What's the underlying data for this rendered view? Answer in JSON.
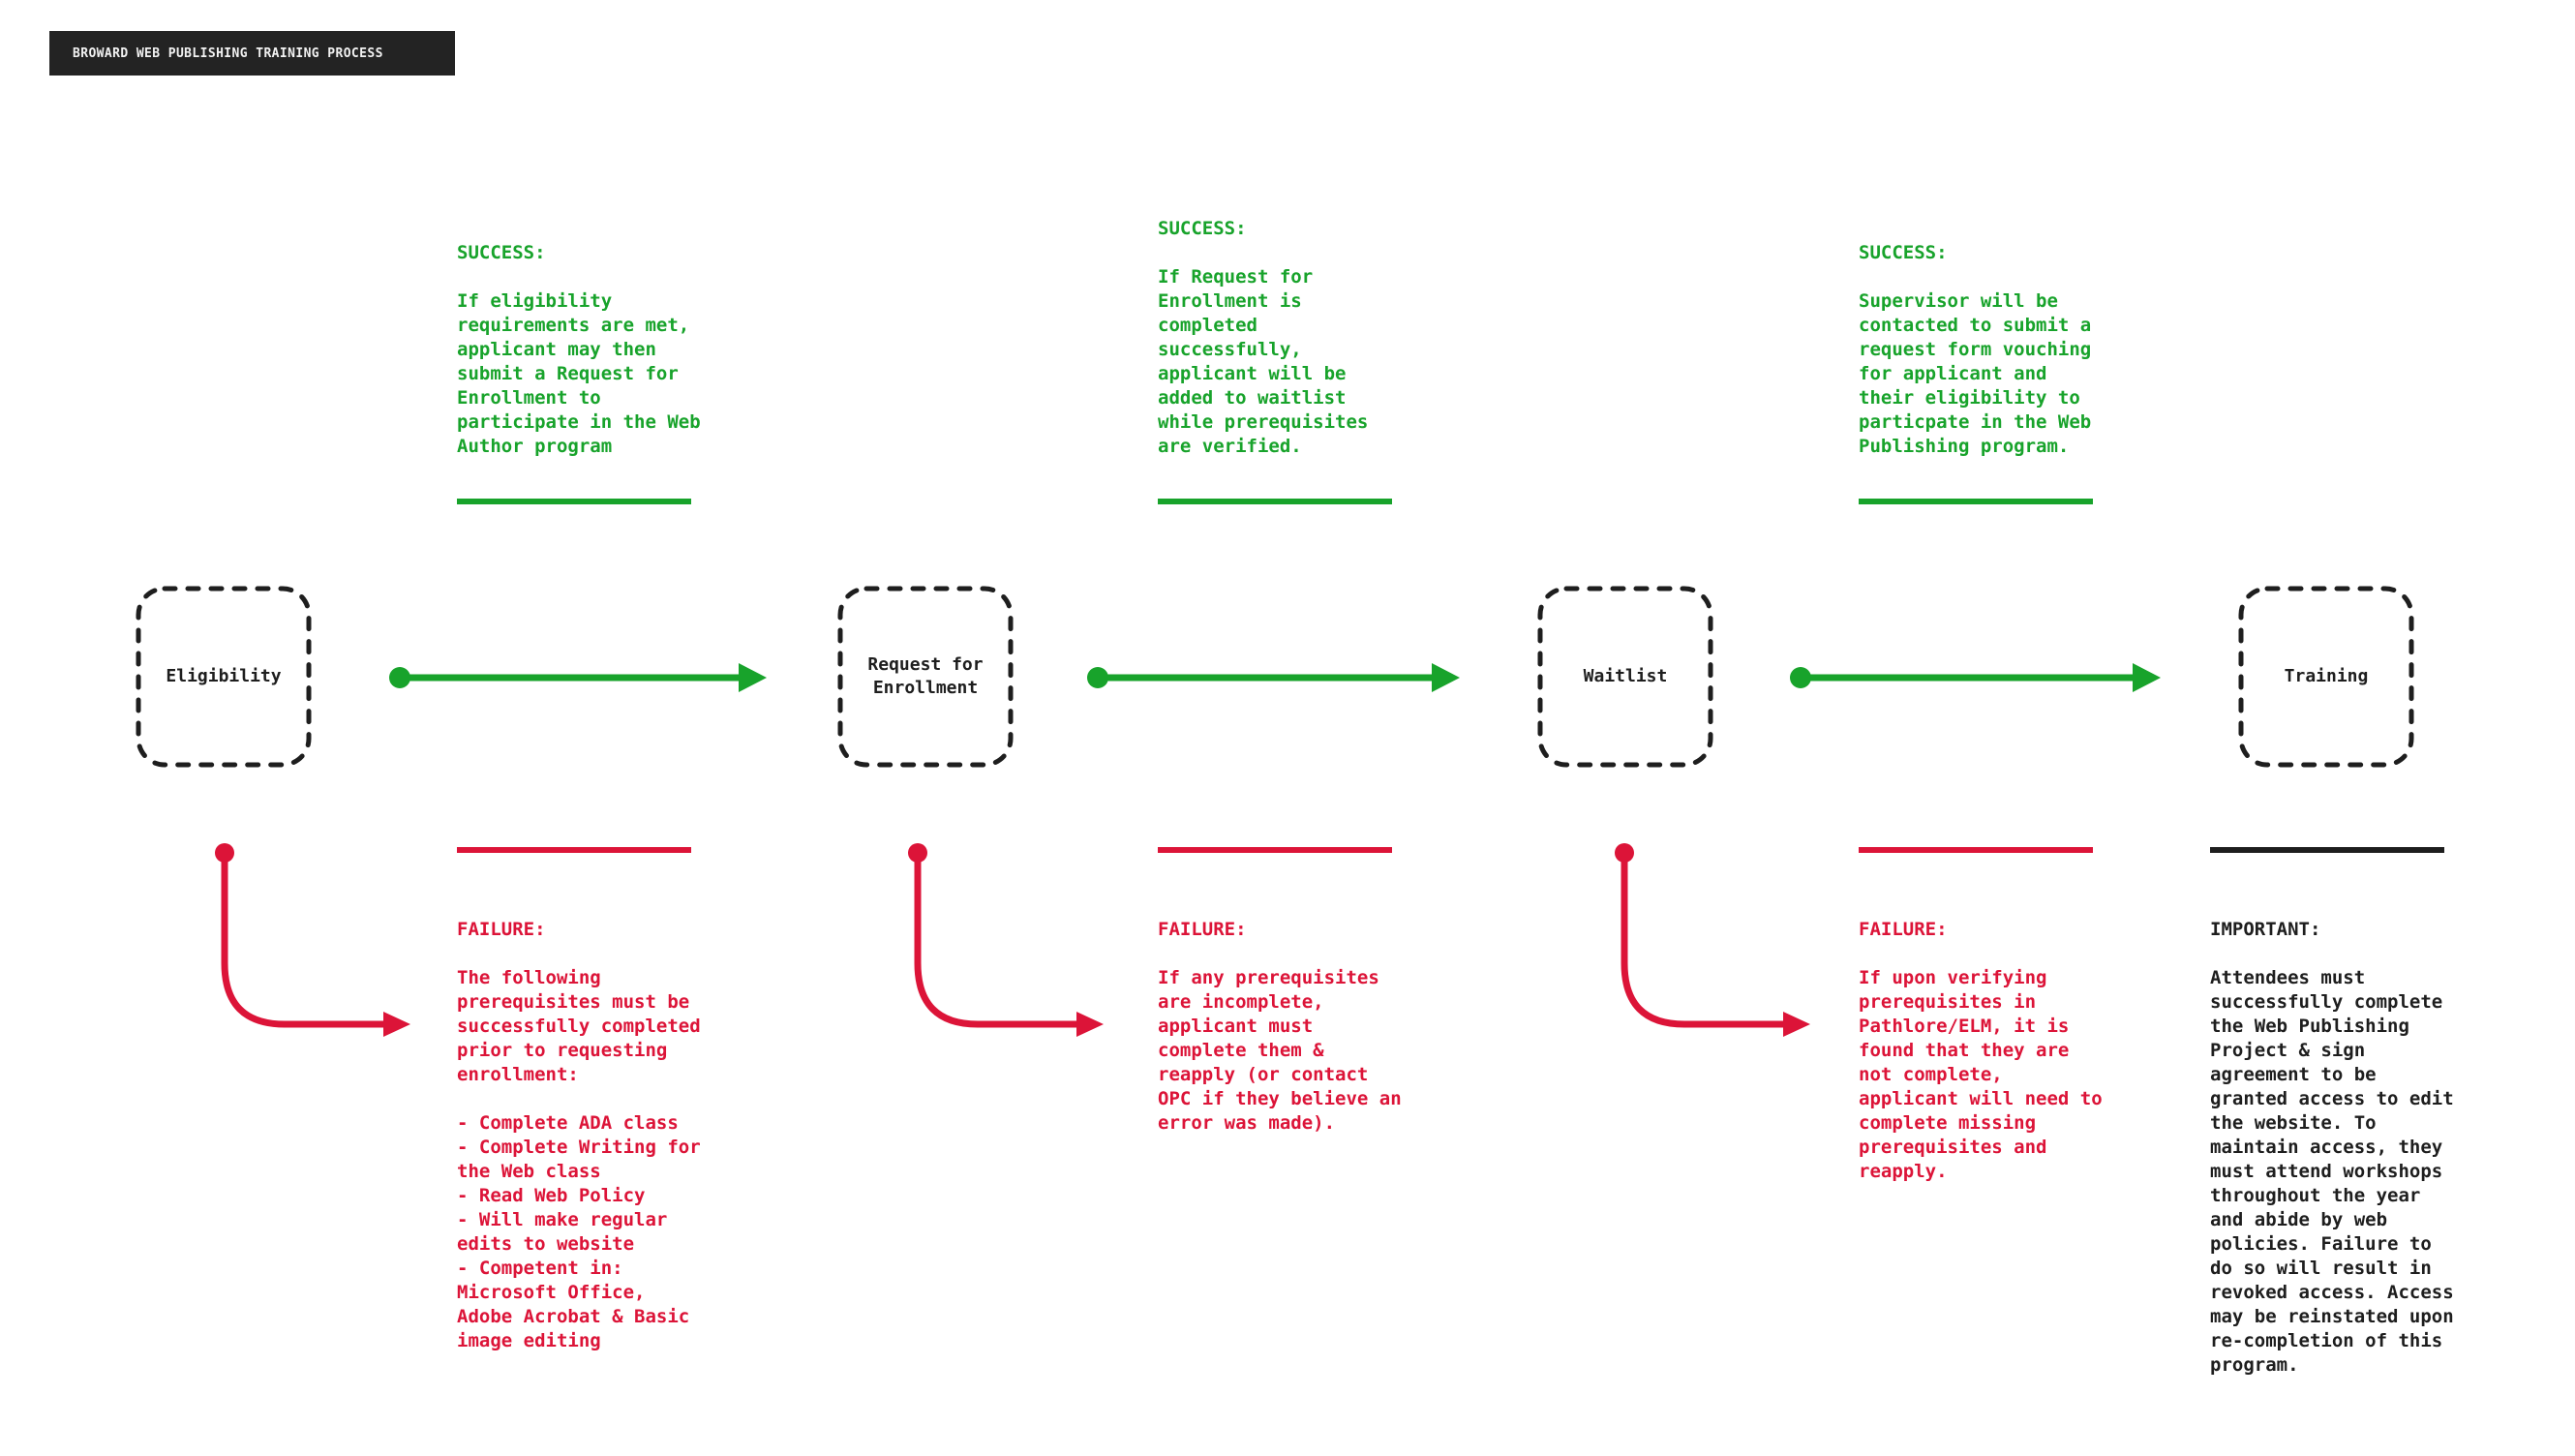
{
  "title": "BROWARD WEB PUBLISHING TRAINING PROCESS",
  "colors": {
    "green": "#18a32b",
    "red": "#dc1438",
    "ink": "#1e1e1e",
    "title_bg": "#232323",
    "title_fg": "#f2f2f2",
    "bg": "#ffffff"
  },
  "nodes": [
    {
      "label": "Eligibility"
    },
    {
      "label": "Request for\nEnrollment"
    },
    {
      "label": "Waitlist"
    },
    {
      "label": "Training"
    }
  ],
  "success_notes": [
    {
      "heading": "SUCCESS:",
      "body": "If eligibility\nrequirements are met,\napplicant may then\nsubmit a Request for\nEnrollment to\nparticipate in the Web\nAuthor program"
    },
    {
      "heading": "SUCCESS:",
      "body": "If Request for\nEnrollment is\ncompleted\nsuccessfully,\napplicant will be\nadded to waitlist\nwhile prerequisites\nare verified."
    },
    {
      "heading": "SUCCESS:",
      "body": "Supervisor will be\ncontacted to submit a\nrequest form vouching\nfor applicant and\ntheir eligibility to\nparticpate in the Web\nPublishing program."
    }
  ],
  "failure_notes": [
    {
      "heading": "FAILURE:",
      "body": "The following\nprerequisites must be\nsuccessfully completed\nprior to requesting\nenrollment:\n\n- Complete ADA class\n- Complete Writing for\nthe Web class\n- Read Web Policy\n- Will make regular\nedits to website\n- Competent in:\nMicrosoft Office,\nAdobe Acrobat & Basic\nimage editing"
    },
    {
      "heading": "FAILURE:",
      "body": "If any prerequisites\nare incomplete,\napplicant must\ncomplete them &\nreapply (or contact\nOPC if they believe an\nerror was made)."
    },
    {
      "heading": "FAILURE:",
      "body": "If upon verifying\nprerequisites in\nPathlore/ELM, it is\nfound that they are\nnot complete,\napplicant will need to\ncomplete missing\nprerequisites and\nreapply."
    }
  ],
  "important_note": {
    "heading": "IMPORTANT:",
    "body": "Attendees must\nsuccessfully complete\nthe Web Publishing\nProject & sign\nagreement to be\ngranted access to edit\nthe website. To\nmaintain access, they\nmust attend workshops\nthroughout the year\nand abide by web\npolicies. Failure to\ndo so will result in\nrevoked access. Access\nmay be reinstated upon\nre-completion of this\nprogram."
  }
}
